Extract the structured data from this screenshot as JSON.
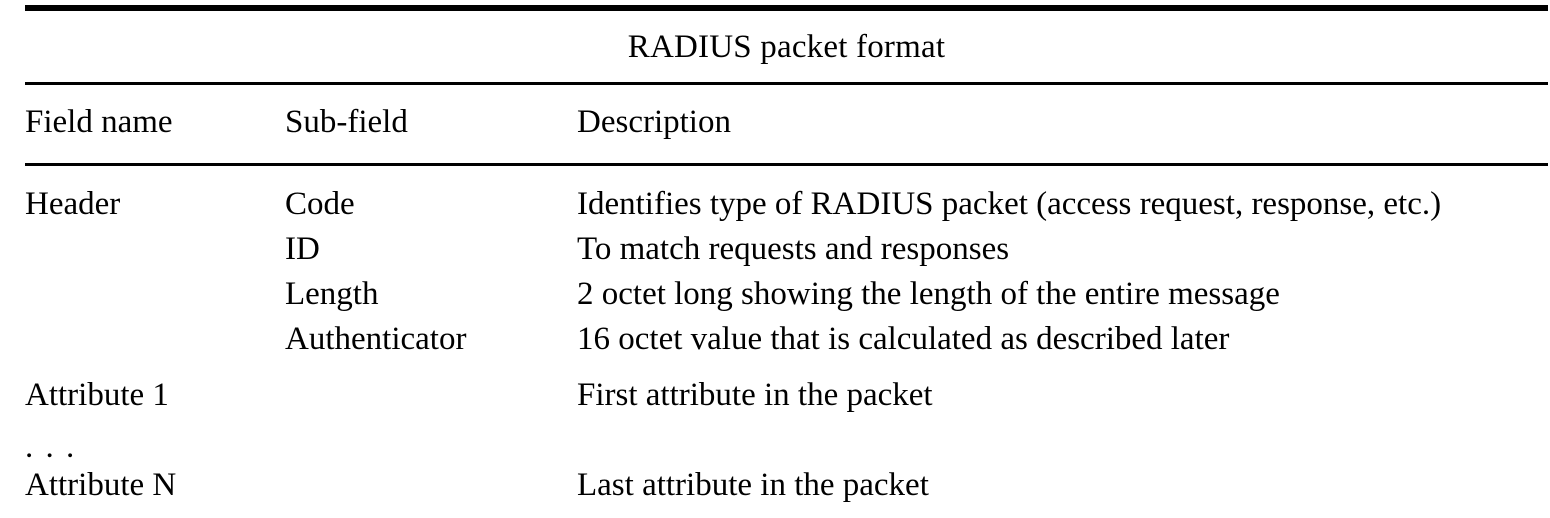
{
  "table": {
    "title": "RADIUS packet format",
    "columns": [
      "Field name",
      "Sub-field",
      "Description"
    ],
    "rows": [
      {
        "field": "Header",
        "sub": "Code",
        "desc": "Identifies type of RADIUS packet (access request, response, etc.)"
      },
      {
        "field": "",
        "sub": "ID",
        "desc": "To match requests and responses"
      },
      {
        "field": "",
        "sub": "Length",
        "desc": "2 octet long showing the length of the entire message"
      },
      {
        "field": "",
        "sub": "Authenticator",
        "desc": "16 octet value that is calculated as described later"
      },
      {
        "field": "Attribute 1",
        "sub": "",
        "desc": "First attribute in the packet"
      },
      {
        "field": ". . .",
        "sub": "",
        "desc": ""
      },
      {
        "field": "Attribute N",
        "sub": "",
        "desc": "Last attribute in the packet"
      }
    ]
  }
}
